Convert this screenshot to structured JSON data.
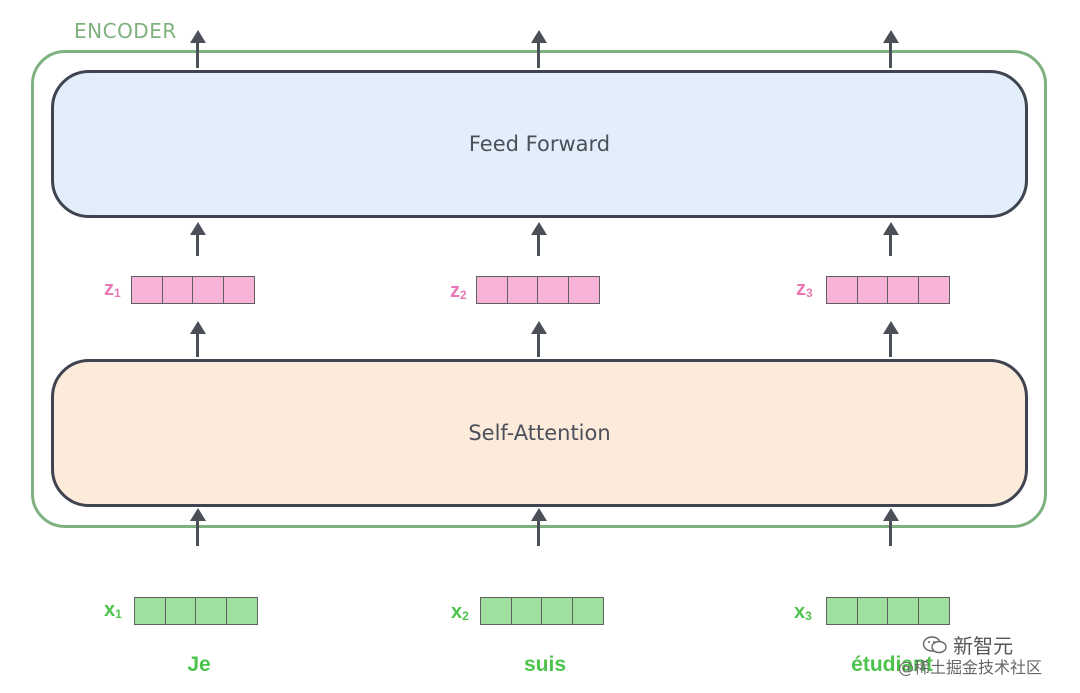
{
  "encoder": {
    "label": "ENCODER"
  },
  "blocks": {
    "feed_forward": "Feed Forward",
    "self_attention": "Self-Attention"
  },
  "columns": [
    {
      "z_letter": "z",
      "z_sub": "1",
      "x_letter": "x",
      "x_sub": "1",
      "word": "Je"
    },
    {
      "z_letter": "z",
      "z_sub": "2",
      "x_letter": "x",
      "x_sub": "2",
      "word": "suis"
    },
    {
      "z_letter": "z",
      "z_sub": "3",
      "x_letter": "x",
      "x_sub": "3",
      "word": "étudiant"
    }
  ],
  "watermark": {
    "line1": "新智元",
    "line2": "@稀土掘金技术社区"
  },
  "colors": {
    "encoder_border": "#7fb17f",
    "feed_forward_fill": "#e3eefb",
    "self_attention_fill": "#fcebdb",
    "z_vector": "#f8b3d8",
    "x_vector": "#9fe09f"
  }
}
